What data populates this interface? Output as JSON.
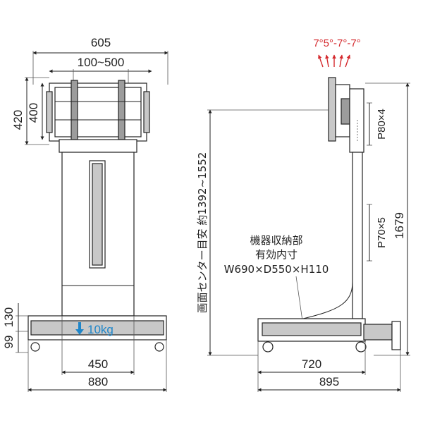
{
  "front_view": {
    "width_top": "605",
    "vesa_range": "100~500",
    "height_outer": "420",
    "height_inner": "400",
    "base_h1": "99",
    "base_h2": "130",
    "load_label": "10kg",
    "base_inner": "450",
    "base_outer": "880"
  },
  "side_view": {
    "tilt_angles": "7°5°-7°-7°",
    "pitch_upper": "P80×4",
    "pitch_lower": "P70×5",
    "total_height": "1679",
    "center_height": "画面センター目安 約1392~1552",
    "storage_title": "機器収納部",
    "storage_sub": "有効内寸",
    "storage_dims": "W690×D550×H110",
    "depth_inner": "720",
    "depth_outer": "895"
  },
  "colors": {
    "accent_red": "#d4282c",
    "accent_blue": "#1f86c9"
  }
}
